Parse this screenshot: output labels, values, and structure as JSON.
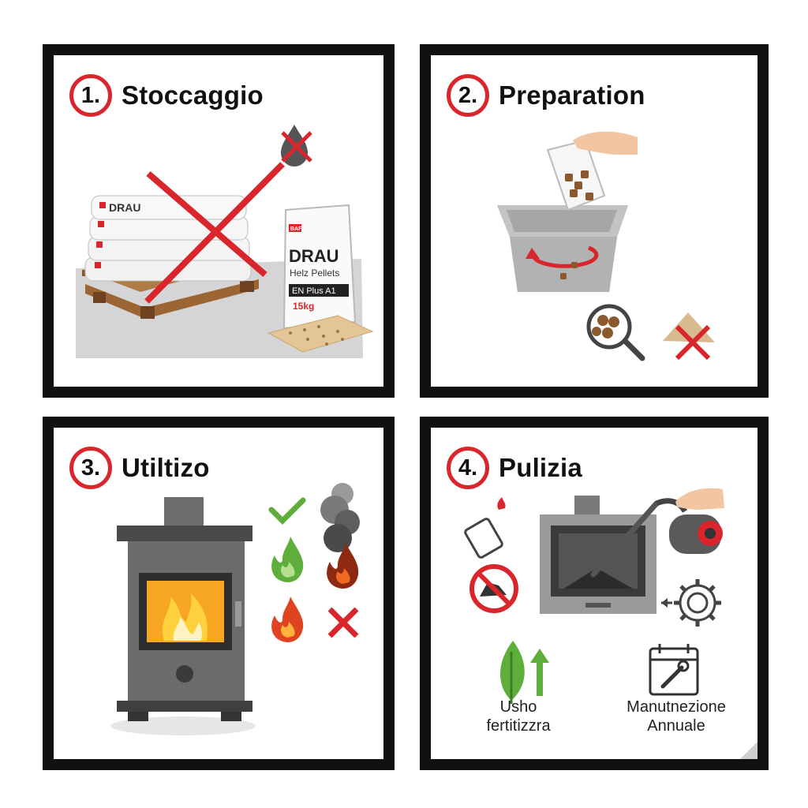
{
  "panels": [
    {
      "number": "1.",
      "title": "Stoccaggio"
    },
    {
      "number": "2.",
      "title": "Preparation"
    },
    {
      "number": "3.",
      "title": "Utiltizo"
    },
    {
      "number": "4.",
      "title": "Pulizia"
    }
  ],
  "bag": {
    "brand": "DRAU",
    "product": "Helz Pellets",
    "cert": "EN Plus A1",
    "weight": "15kg",
    "logo": "BAF"
  },
  "captions": {
    "fertilizer_line1": "Usho",
    "fertilizer_line2": "fertitizzra",
    "maintenance_line1": "Manutnezione",
    "maintenance_line2": "Annuale"
  },
  "colors": {
    "warning_red": "#d8262c",
    "ok_green": "#5fae3c",
    "steel_gray": "#6b6b6b",
    "frame_black": "#111111"
  },
  "icons": [
    "water-drop-icon",
    "magnifier-icon",
    "sawdust-icon",
    "check-icon",
    "cross-icon",
    "flame-icon",
    "smoke-icon",
    "lighter-icon",
    "no-coal-icon",
    "gear-icon",
    "leaf-icon",
    "calendar-wrench-icon"
  ]
}
